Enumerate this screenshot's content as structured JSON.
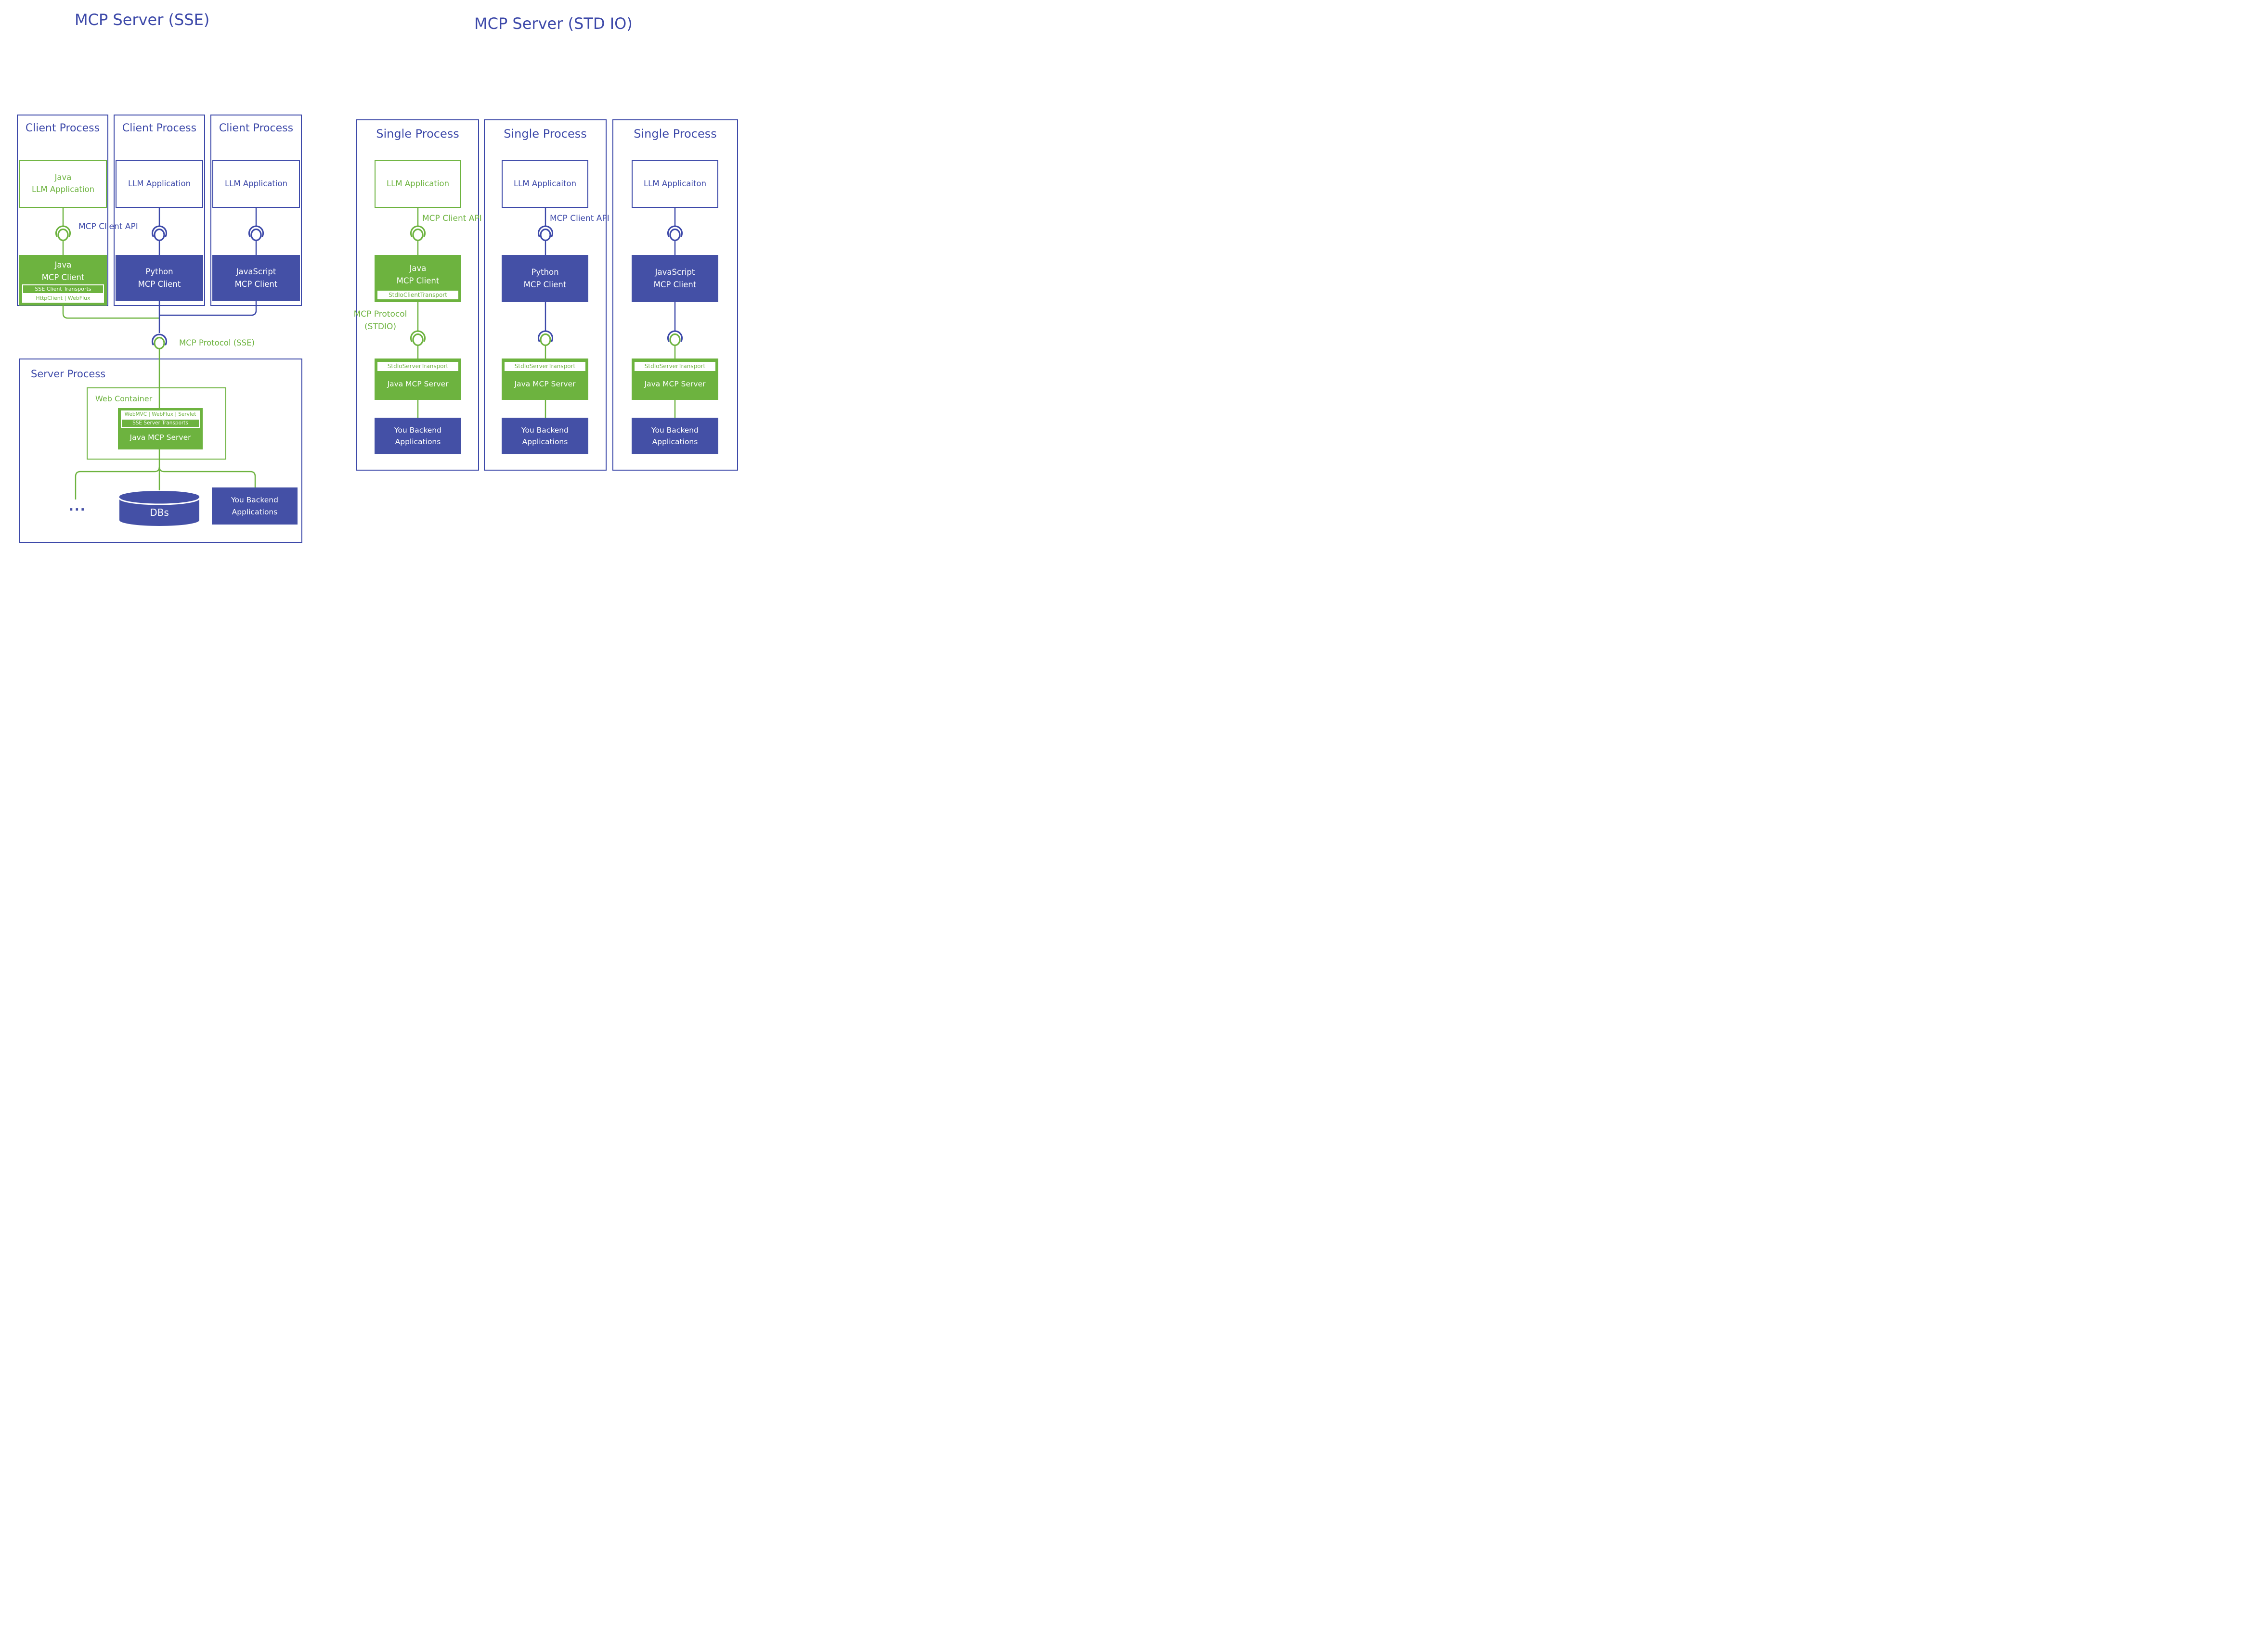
{
  "colors": {
    "blue": "#3D49A9",
    "blue_fill": "#4450A6",
    "green": "#6DB33F"
  },
  "icons": {
    "connector": "ball-socket-interface-icon",
    "database": "database-cylinder-icon"
  },
  "left": {
    "title": "MCP Server (SSE)",
    "columns": [
      {
        "process_label": "Client Process",
        "app_line1": "Java",
        "app_line2": "LLM Application",
        "api_label": "MCP Client API",
        "client_line1": "Java",
        "client_line2": "MCP Client",
        "client_strip_outlined": "SSE Client Transports",
        "client_strip_white": "HttpClient | WebFlux"
      },
      {
        "process_label": "Client Process",
        "app_line1": "LLM Application",
        "client_line1": "Python",
        "client_line2": "MCP Client"
      },
      {
        "process_label": "Client Process",
        "app_line1": "LLM Application",
        "client_line1": "JavaScript",
        "client_line2": "MCP Client"
      }
    ],
    "protocol_label": "MCP Protocol (SSE)",
    "server_process_label": "Server Process",
    "web_container_label": "Web Container",
    "server_strip_white": "WebMVC | WebFlux | Servlet",
    "server_strip_outlined": "SSE Server Transports",
    "server_label": "Java MCP Server",
    "ellipsis": "...",
    "db_label": "DBs",
    "backend_line1": "You Backend",
    "backend_line2": "Applications"
  },
  "right": {
    "title": "MCP Server (STD IO)",
    "protocol_line1": "MCP Protocol",
    "protocol_line2": "(STDIO)",
    "columns": [
      {
        "process_label": "Single Process",
        "app_label": "LLM Application",
        "api_label": "MCP Client API",
        "client_line1": "Java",
        "client_line2": "MCP Client",
        "client_strip": "StdIoClientTransport",
        "server_strip": "StdIoServerTransport",
        "server_label": "Java MCP Server",
        "backend_line1": "You Backend",
        "backend_line2": "Applications"
      },
      {
        "process_label": "Single Process",
        "app_label": "LLM Applicaiton",
        "api_label": "MCP Client API",
        "client_line1": "Python",
        "client_line2": "MCP Client",
        "server_strip": "StdIoServerTransport",
        "server_label": "Java MCP Server",
        "backend_line1": "You Backend",
        "backend_line2": "Applications"
      },
      {
        "process_label": "Single Process",
        "app_label": "LLM Applicaiton",
        "client_line1": "JavaScript",
        "client_line2": "MCP Client",
        "server_strip": "StdIoServerTransport",
        "server_label": "Java MCP Server",
        "backend_line1": "You Backend",
        "backend_line2": "Applications"
      }
    ]
  }
}
